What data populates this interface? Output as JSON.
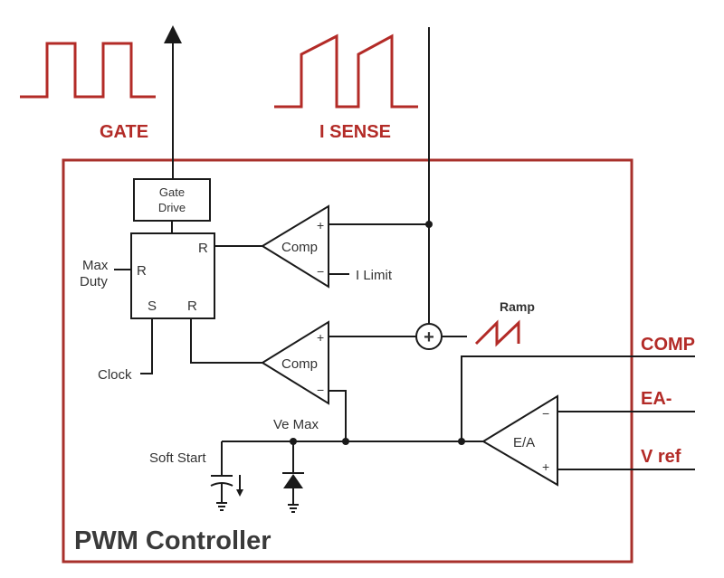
{
  "title": "PWM Controller",
  "signals": {
    "gate": "GATE",
    "isense": "I SENSE",
    "ramp": "Ramp",
    "comp": "COMP",
    "ea_minus": "EA-",
    "vref": "V ref"
  },
  "blocks": {
    "gate_drive_line1": "Gate",
    "gate_drive_line2": "Drive",
    "comp1": "Comp",
    "comp2": "Comp",
    "error_amp": "E/A"
  },
  "latch": {
    "r_top": "R",
    "r_mid": "R",
    "s": "S",
    "r_bottom": "R"
  },
  "inputs": {
    "max_duty_line1": "Max",
    "max_duty_line2": "Duty",
    "clock": "Clock",
    "i_limit": "I Limit",
    "soft_start": "Soft Start",
    "ve_max": "Ve Max"
  },
  "symbols": {
    "plus": "+",
    "minus": "−",
    "summer": "+"
  },
  "colors": {
    "accent": "#b32b27",
    "frame": "#a8302b",
    "wire": "#1a1a1a"
  }
}
